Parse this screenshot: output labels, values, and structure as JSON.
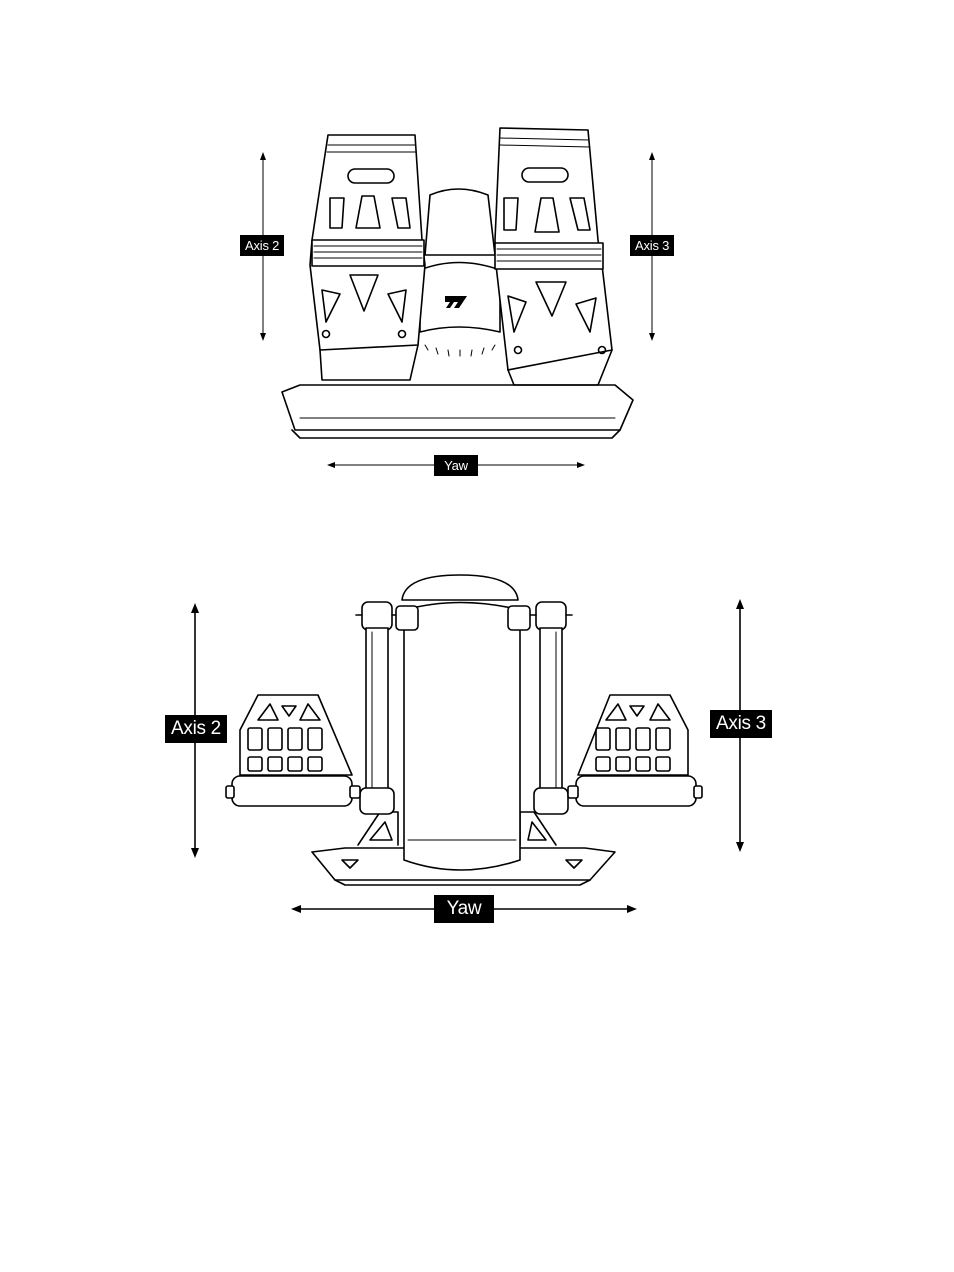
{
  "figures": {
    "top": {
      "label_left": "Axis 2",
      "label_right": "Axis 3",
      "label_bottom": "Yaw"
    },
    "bottom": {
      "label_left": "Axis 2",
      "label_right": "Axis 3",
      "label_bottom": "Yaw"
    }
  },
  "icons": [
    "pedal-set-illustration",
    "double-arrow-icon"
  ]
}
